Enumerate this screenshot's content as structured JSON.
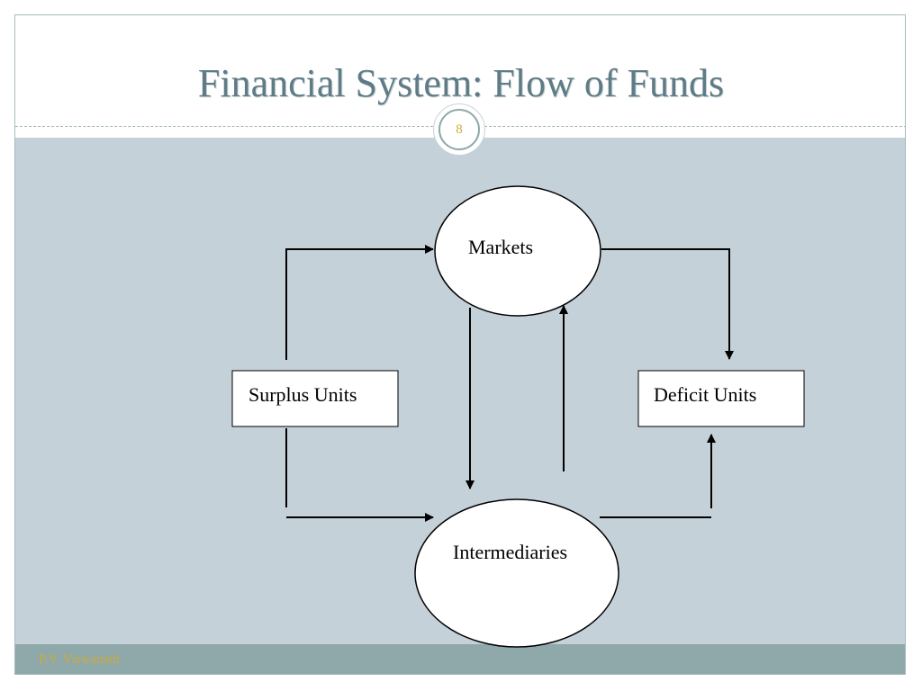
{
  "slide": {
    "title": "Financial System: Flow of Funds",
    "page_number": "8",
    "footer_author": "P.V. Viswanath"
  },
  "diagram": {
    "nodes": {
      "markets": "Markets",
      "intermediaries": "Intermediaries",
      "surplus_units": "Surplus Units",
      "deficit_units": "Deficit Units"
    }
  },
  "colors": {
    "title": "#5f7c86",
    "content_bg": "#c5d1d9",
    "footer_bg": "#8fa9aa",
    "accent": "#cfa93a"
  }
}
